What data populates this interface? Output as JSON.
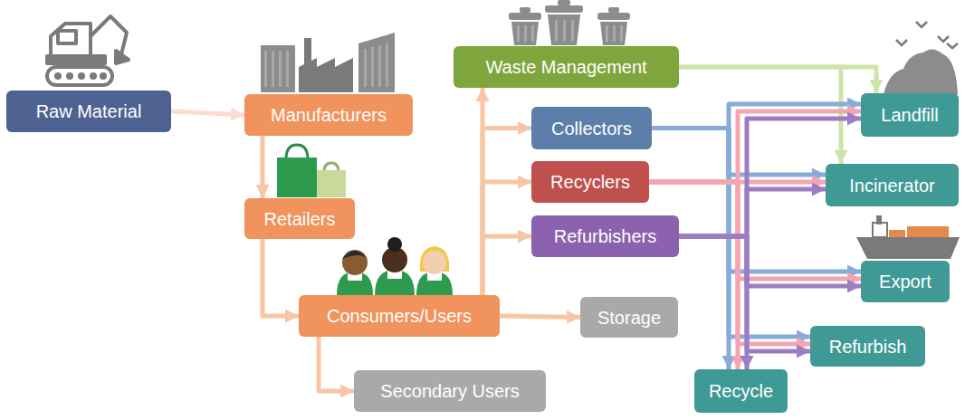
{
  "diagram": {
    "nodes": [
      {
        "text": [
          "Raw Material"
        ]
      },
      {
        "text": [
          "Manufacturers"
        ]
      },
      {
        "text": [
          "Retailers"
        ]
      },
      {
        "text": [
          "Consumers/Users"
        ]
      },
      {
        "text": [
          "Secondary Users"
        ]
      },
      {
        "text": [
          "Storage"
        ]
      },
      {
        "text": [
          "Waste Management"
        ]
      },
      {
        "text": [
          "Collectors"
        ]
      },
      {
        "text": [
          "Recyclers"
        ]
      },
      {
        "text": [
          "Refurbishers"
        ]
      },
      {
        "text": [
          "Landfill"
        ]
      },
      {
        "text": [
          "Incinerator"
        ]
      },
      {
        "text": [
          "Export"
        ]
      },
      {
        "text": [
          "Refurbish"
        ]
      },
      {
        "text": [
          "Recycle"
        ]
      }
    ],
    "edges": [
      {
        "from": 0,
        "to": 1,
        "arrow": "to"
      },
      {
        "from": 1,
        "to": 2,
        "arrow": "to"
      },
      {
        "from": 2,
        "to": 3,
        "arrow": "to"
      },
      {
        "from": 3,
        "to": 4,
        "arrow": "to"
      },
      {
        "from": 3,
        "to": 5,
        "arrow": "to"
      },
      {
        "from": 3,
        "to": 6,
        "arrow": "to"
      },
      {
        "from": 3,
        "to": 7,
        "arrow": "to"
      },
      {
        "from": 3,
        "to": 8,
        "arrow": "to"
      },
      {
        "from": 3,
        "to": 9,
        "arrow": "to"
      },
      {
        "from": 6,
        "to": 10,
        "arrow": "to"
      },
      {
        "from": 6,
        "to": 11,
        "arrow": "to"
      },
      {
        "from": 7,
        "to": 10,
        "arrow": "to"
      },
      {
        "from": 7,
        "to": 11,
        "arrow": "to"
      },
      {
        "from": 7,
        "to": 12,
        "arrow": "to"
      },
      {
        "from": 7,
        "to": 13,
        "arrow": "to"
      },
      {
        "from": 7,
        "to": 14,
        "arrow": "to"
      },
      {
        "from": 8,
        "to": 10,
        "arrow": "to"
      },
      {
        "from": 8,
        "to": 11,
        "arrow": "to"
      },
      {
        "from": 8,
        "to": 12,
        "arrow": "to"
      },
      {
        "from": 8,
        "to": 13,
        "arrow": "to"
      },
      {
        "from": 8,
        "to": 14,
        "arrow": "to"
      },
      {
        "from": 9,
        "to": 10,
        "arrow": "to"
      },
      {
        "from": 9,
        "to": 11,
        "arrow": "to"
      },
      {
        "from": 9,
        "to": 12,
        "arrow": "to"
      },
      {
        "from": 9,
        "to": 13,
        "arrow": "to"
      },
      {
        "from": 9,
        "to": 14,
        "arrow": "to"
      }
    ]
  }
}
